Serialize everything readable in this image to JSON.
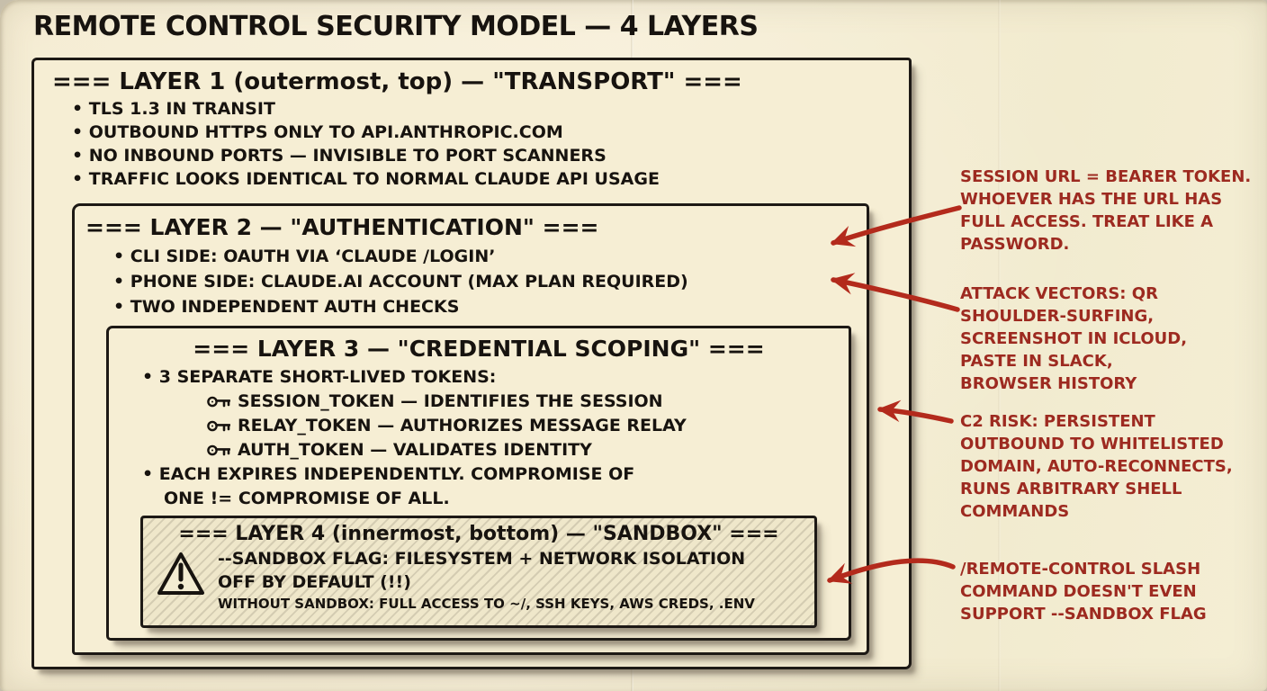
{
  "title": "REMOTE CONTROL SECURITY MODEL — 4 LAYERS",
  "colors": {
    "paper": "#f6eed4",
    "ink": "#17130f",
    "annotation_red": "#9d2a20",
    "arrow_red": "#b32a1c",
    "sandbox_hatch": "#efe7ca"
  },
  "icons": {
    "key": "key-icon",
    "warning": "warning-triangle-icon"
  },
  "layers": [
    {
      "header": "=== LAYER 1 (outermost, top) — \"TRANSPORT\" ===",
      "bullets": [
        "TLS 1.3 IN TRANSIT",
        "OUTBOUND HTTPS ONLY TO API.ANTHROPIC.COM",
        "NO INBOUND PORTS — INVISIBLE TO PORT SCANNERS",
        "TRAFFIC LOOKS IDENTICAL TO NORMAL CLAUDE API USAGE"
      ]
    },
    {
      "header": "=== LAYER 2 — \"AUTHENTICATION\" ===",
      "bullets": [
        "CLI SIDE: OAUTH VIA ‘CLAUDE /LOGIN’",
        "PHONE SIDE: CLAUDE.AI ACCOUNT (MAX PLAN REQUIRED)",
        "TWO INDEPENDENT AUTH CHECKS"
      ]
    },
    {
      "header": "=== LAYER 3 — \"CREDENTIAL SCOPING\" ===",
      "intro_bullet": "3 SEPARATE SHORT-LIVED TOKENS:",
      "tokens": [
        {
          "icon": "key-icon",
          "label": "SESSION_TOKEN — IDENTIFIES THE SESSION"
        },
        {
          "icon": "key-icon",
          "label": "RELAY_TOKEN — AUTHORIZES MESSAGE RELAY"
        },
        {
          "icon": "key-icon",
          "label": "AUTH_TOKEN — VALIDATES IDENTITY"
        }
      ],
      "expiry_bullet": "EACH EXPIRES INDEPENDENTLY. COMPROMISE OF\nONE != COMPROMISE OF ALL."
    },
    {
      "header": "=== LAYER 4 (innermost, bottom) — \"SANDBOX\" ===",
      "warning_icon": "warning-triangle-icon",
      "line1": "--SANDBOX FLAG: FILESYSTEM + NETWORK ISOLATION",
      "line2": "OFF BY DEFAULT (!!)",
      "line3": "WITHOUT SANDBOX: FULL ACCESS TO ~/, SSH KEYS, AWS CREDS, .ENV"
    }
  ],
  "annotations": [
    {
      "text": "SESSION URL = BEARER TOKEN.\nWHOEVER HAS THE URL HAS\nFULL ACCESS. TREAT LIKE A\nPASSWORD."
    },
    {
      "text": "ATTACK VECTORS: QR\nSHOULDER-SURFING,\nSCREENSHOT IN ICLOUD,\nPASTE IN SLACK,\nBROWSER HISTORY"
    },
    {
      "text": "C2 RISK: PERSISTENT\nOUTBOUND TO WHITELISTED\nDOMAIN, AUTO-RECONNECTS,\nRUNS ARBITRARY SHELL\nCOMMANDS"
    },
    {
      "text": "/REMOTE-CONTROL SLASH\nCOMMAND DOESN'T EVEN\nSUPPORT --SANDBOX FLAG"
    }
  ]
}
